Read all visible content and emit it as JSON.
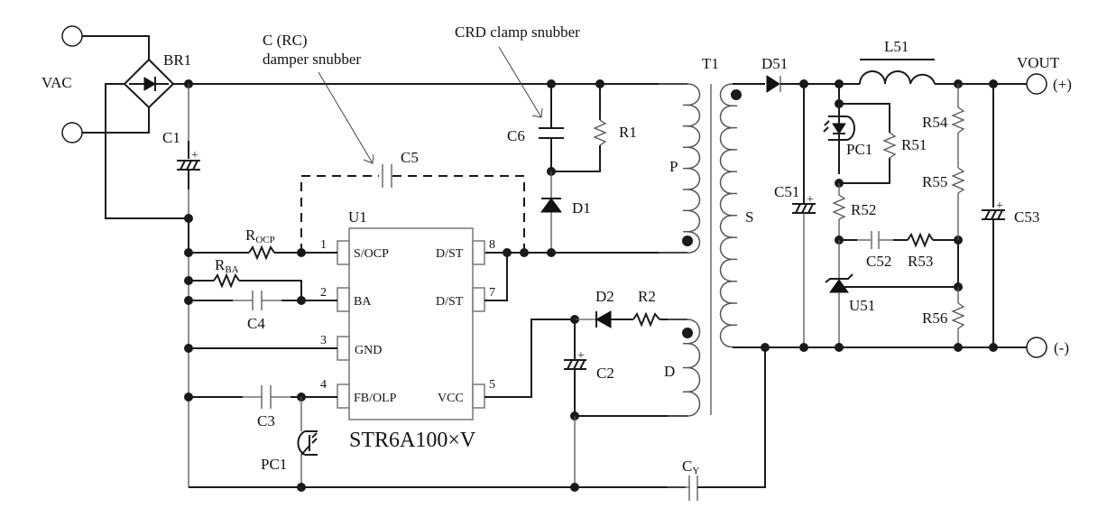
{
  "title": "STR6A100xV flyback converter application circuit",
  "ic": {
    "ref": "U1",
    "part_number": "STR6A100×V",
    "pins": [
      {
        "num": "1",
        "name": "S/OCP"
      },
      {
        "num": "2",
        "name": "BA"
      },
      {
        "num": "3",
        "name": "GND"
      },
      {
        "num": "4",
        "name": "FB/OLP"
      },
      {
        "num": "5",
        "name": "VCC"
      },
      {
        "num": "7",
        "name": "D/ST"
      },
      {
        "num": "8",
        "name": "D/ST"
      }
    ]
  },
  "input": {
    "label": "VAC",
    "bridge": "BR1",
    "bulk_cap": "C1"
  },
  "annotations": {
    "rc_snubber_line1": "C (RC)",
    "rc_snubber_line2": "damper snubber",
    "crd_snubber": "CRD clamp snubber"
  },
  "primary": {
    "rocp_main": "R",
    "rocp_sub": "OCP",
    "rba_main": "R",
    "rba_sub": "BA",
    "c4": "C4",
    "c3": "C3",
    "c5": "C5",
    "c6": "C6",
    "r1": "R1",
    "d1": "D1",
    "pc1_transistor": "PC1",
    "d2": "D2",
    "r2": "R2",
    "c2": "C2",
    "cy_main": "C",
    "cy_sub": "Y"
  },
  "transformer": {
    "ref": "T1",
    "primary": "P",
    "secondary": "S",
    "aux": "D"
  },
  "secondary": {
    "d51": "D51",
    "l51": "L51",
    "c51": "C51",
    "c52": "C52",
    "c53": "C53",
    "r51": "R51",
    "r52": "R52",
    "r53": "R53",
    "r54": "R54",
    "r55": "R55",
    "r56": "R56",
    "pc1_led": "PC1",
    "u51": "U51",
    "vout_label": "VOUT",
    "vout_plus": "(+)",
    "vout_minus": "(-)"
  }
}
